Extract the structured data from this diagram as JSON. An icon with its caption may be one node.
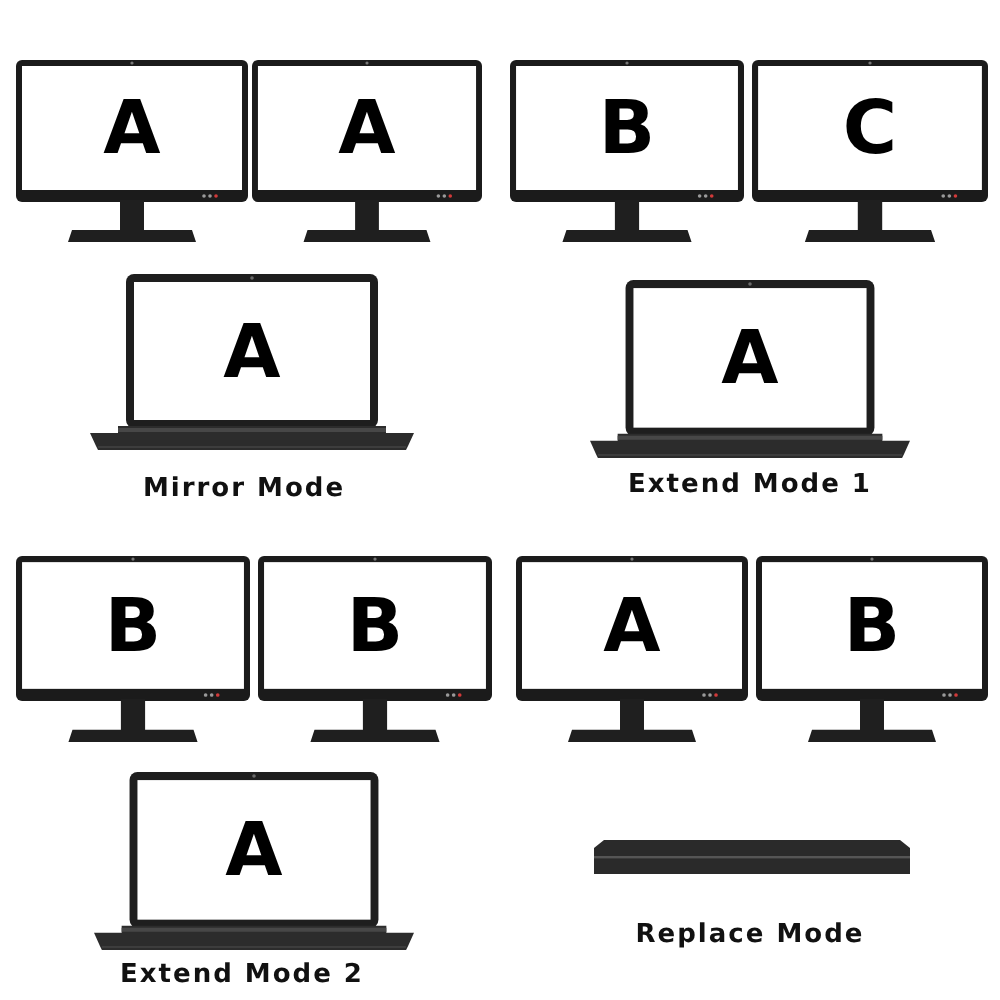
{
  "diagram": {
    "nodes": [
      {
        "text": [
          "A"
        ]
      },
      {
        "text": [
          "A"
        ]
      },
      {
        "text": [
          "B"
        ]
      },
      {
        "text": [
          "C"
        ]
      },
      {
        "text": [
          "A"
        ]
      },
      {
        "text": [
          "A"
        ]
      },
      {
        "text": [
          "B"
        ]
      },
      {
        "text": [
          "B"
        ]
      },
      {
        "text": [
          "A"
        ]
      },
      {
        "text": [
          "B"
        ]
      },
      {
        "text": [
          "A"
        ]
      },
      {
        "text": [],
        "shape": "picture"
      }
    ],
    "edges": [],
    "labels": [
      "Mirror Mode",
      "Extend Mode 1",
      "Extend Mode 2",
      "Replace Mode"
    ]
  }
}
